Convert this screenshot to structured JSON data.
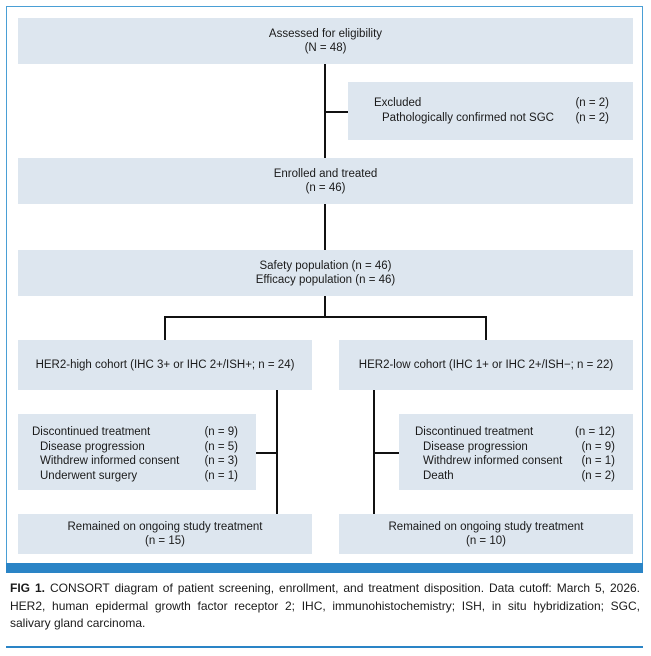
{
  "diagram": {
    "assessed": {
      "title": "Assessed for eligibility",
      "count": "(N = 48)"
    },
    "excluded": {
      "title": "Excluded",
      "title_n": "(n = 2)",
      "reason": "Pathologically confirmed not SGC",
      "reason_n": "(n = 2)"
    },
    "enrolled": {
      "title": "Enrolled and treated",
      "count": "(n = 46)"
    },
    "populations": {
      "safety": "Safety population (n = 46)",
      "efficacy": "Efficacy population (n = 46)"
    },
    "cohort_high": {
      "label": "HER2-high cohort (IHC 3+ or IHC 2+/ISH+; n = 24)",
      "discontinued": {
        "label": "Discontinued treatment",
        "n": "(n = 9)"
      },
      "reasons": [
        {
          "label": "Disease progression",
          "n": "(n = 5)"
        },
        {
          "label": "Withdrew informed consent",
          "n": "(n = 3)"
        },
        {
          "label": "Underwent surgery",
          "n": "(n = 1)"
        }
      ],
      "remained": {
        "label": "Remained on ongoing study treatment",
        "n": "(n = 15)"
      }
    },
    "cohort_low": {
      "label": "HER2-low cohort (IHC 1+ or IHC 2+/ISH−; n = 22)",
      "discontinued": {
        "label": "Discontinued treatment",
        "n": "(n = 12)"
      },
      "reasons": [
        {
          "label": "Disease progression",
          "n": "(n = 9)"
        },
        {
          "label": "Withdrew informed consent",
          "n": "(n = 1)"
        },
        {
          "label": "Death",
          "n": "(n = 2)"
        }
      ],
      "remained": {
        "label": "Remained on ongoing study treatment",
        "n": "(n = 10)"
      }
    }
  },
  "caption": {
    "label": "FIG 1.",
    "text": "CONSORT diagram of patient screening, enrollment, and treatment disposition. Data cutoff: March 5, 2026. HER2, human epidermal growth factor receptor 2; IHC, immunohistochemistry; ISH, in situ hybridization; SGC, salivary gland carcinoma."
  }
}
